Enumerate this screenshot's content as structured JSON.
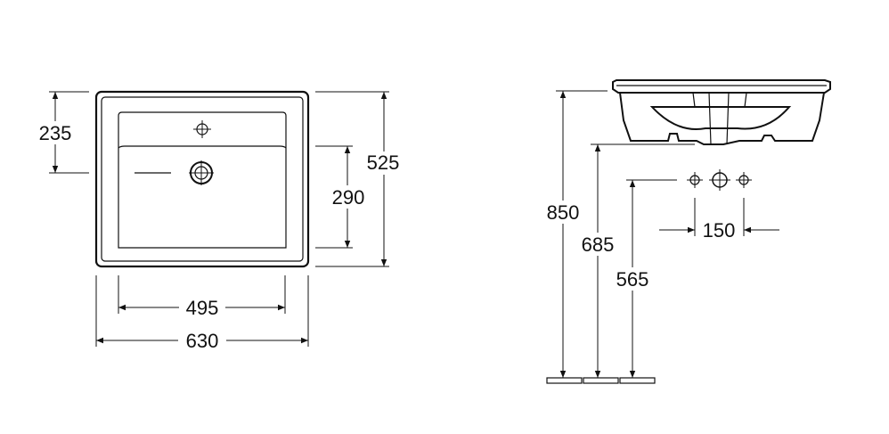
{
  "plan_view": {
    "dims": {
      "back_to_tap": "235",
      "overall_depth": "525",
      "bowl_depth": "290",
      "bowl_width": "495",
      "overall_width": "630"
    }
  },
  "side_view": {
    "dims": {
      "rim_height": "850",
      "underside_height": "685",
      "tap_center_height": "565",
      "tap_spacing": "150"
    }
  },
  "colors": {
    "line": "#111111",
    "background": "#ffffff"
  }
}
